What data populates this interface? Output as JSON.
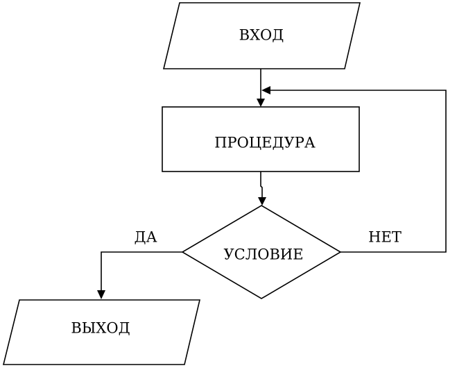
{
  "nodes": {
    "input": {
      "label": "ВХОД",
      "shape": "parallelogram"
    },
    "procedure": {
      "label": "ПРОЦЕДУРА",
      "shape": "rectangle"
    },
    "condition": {
      "label": "УСЛОВИЕ",
      "shape": "diamond"
    },
    "output": {
      "label": "ВЫХОД",
      "shape": "parallelogram"
    }
  },
  "edges": {
    "yes_label": "ДА",
    "no_label": "НЕТ"
  },
  "colors": {
    "stroke": "#000000",
    "fill": "#ffffff"
  }
}
